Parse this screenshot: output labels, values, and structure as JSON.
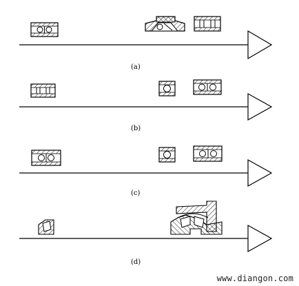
{
  "captions": [
    "(a)",
    "(b)",
    "(c)",
    "(d)"
  ],
  "watermark": "www.diangon.com",
  "colors": {
    "line": "#000000",
    "background": "#ffffff"
  }
}
